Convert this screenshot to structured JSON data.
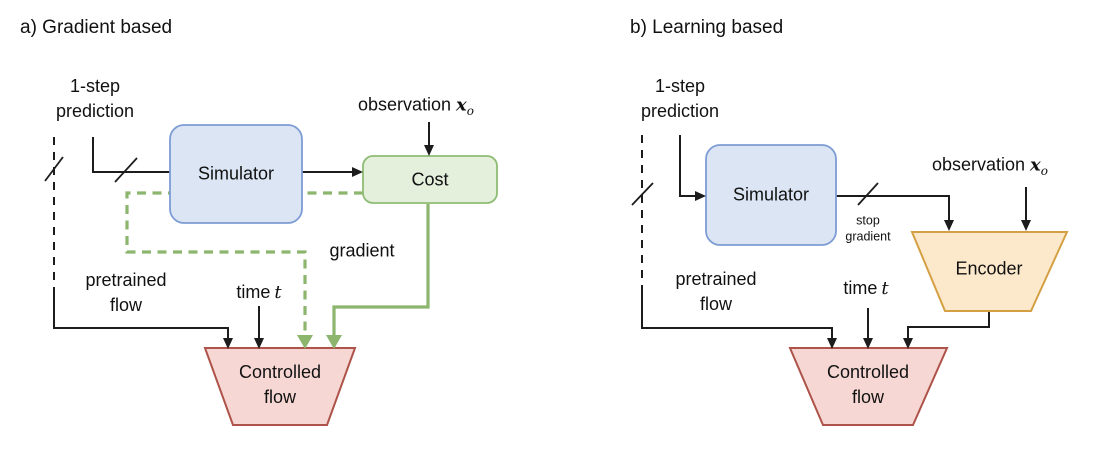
{
  "colors": {
    "line_black": "#1c1c1c",
    "green": "#8cb56e",
    "simulator_fill": "#dbe5f4",
    "simulator_border": "#7e9cd4",
    "cost_fill": "#e4efdc",
    "cost_border": "#8fbc74",
    "encoder_fill": "#fce8ca",
    "encoder_border": "#d4a043",
    "flow_fill": "#f6d7d3",
    "flow_border": "#ad5349"
  },
  "panel_a": {
    "title": "a) Gradient based",
    "one_step": "1-step\nprediction",
    "simulator": "Simulator",
    "cost": "Cost",
    "observation": "observation",
    "observation_var": "x",
    "observation_sub": "o",
    "gradient": "gradient",
    "pretrained": "pretrained\nflow",
    "time": "time",
    "time_var": "t",
    "controlled_flow": "Controlled\nflow"
  },
  "panel_b": {
    "title": "b) Learning based",
    "one_step": "1-step\nprediction",
    "simulator": "Simulator",
    "stop_gradient": "stop\ngradient",
    "observation": "observation",
    "observation_var": "x",
    "observation_sub": "o",
    "encoder": "Encoder",
    "pretrained": "pretrained\nflow",
    "time": "time",
    "time_var": "t",
    "controlled_flow": "Controlled\nflow"
  }
}
